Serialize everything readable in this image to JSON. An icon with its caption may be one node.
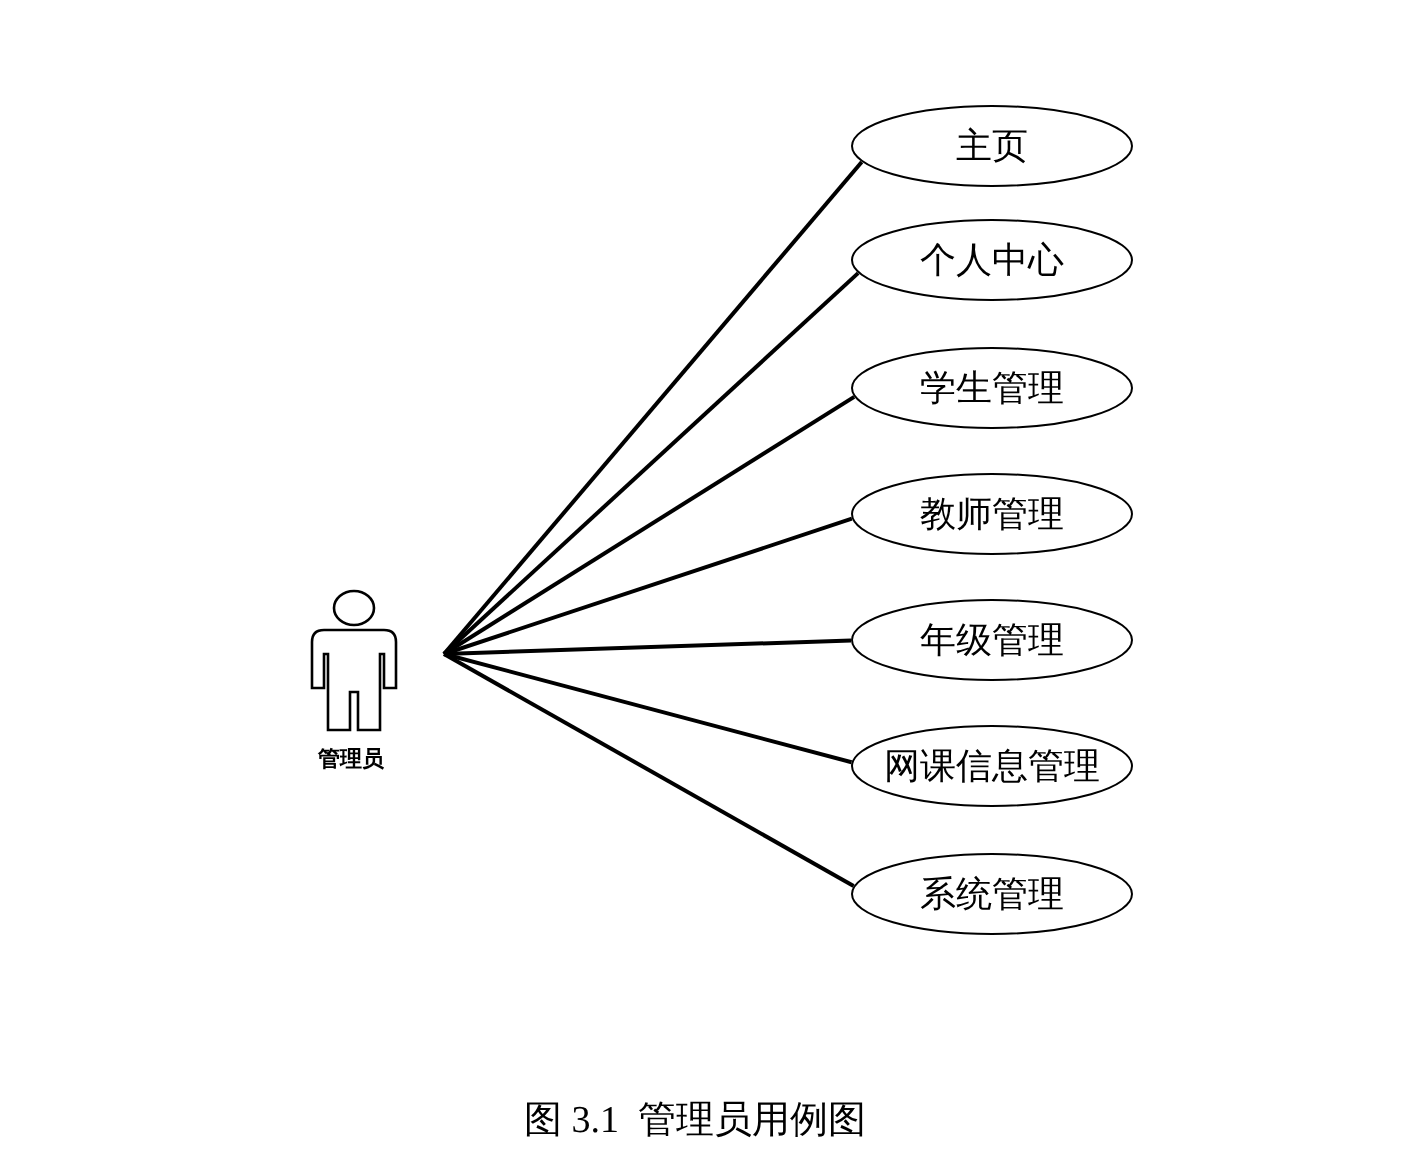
{
  "diagram": {
    "caption": "图 3.1  管理员用例图",
    "nodes": [
      {
        "text": [
          "管理员"
        ]
      },
      {
        "text": [
          "主页"
        ]
      },
      {
        "text": [
          "个人中心"
        ]
      },
      {
        "text": [
          "学生管理"
        ]
      },
      {
        "text": [
          "教师管理"
        ]
      },
      {
        "text": [
          "年级管理"
        ]
      },
      {
        "text": [
          "网课信息管理"
        ]
      },
      {
        "text": [
          "系统管理"
        ]
      }
    ],
    "edges": [
      {
        "from": 0,
        "to": 1,
        "arrow": "none"
      },
      {
        "from": 0,
        "to": 2,
        "arrow": "none"
      },
      {
        "from": 0,
        "to": 3,
        "arrow": "none"
      },
      {
        "from": 0,
        "to": 4,
        "arrow": "none"
      },
      {
        "from": 0,
        "to": 5,
        "arrow": "none"
      },
      {
        "from": 0,
        "to": 6,
        "arrow": "none"
      },
      {
        "from": 0,
        "to": 7,
        "arrow": "none"
      }
    ]
  }
}
